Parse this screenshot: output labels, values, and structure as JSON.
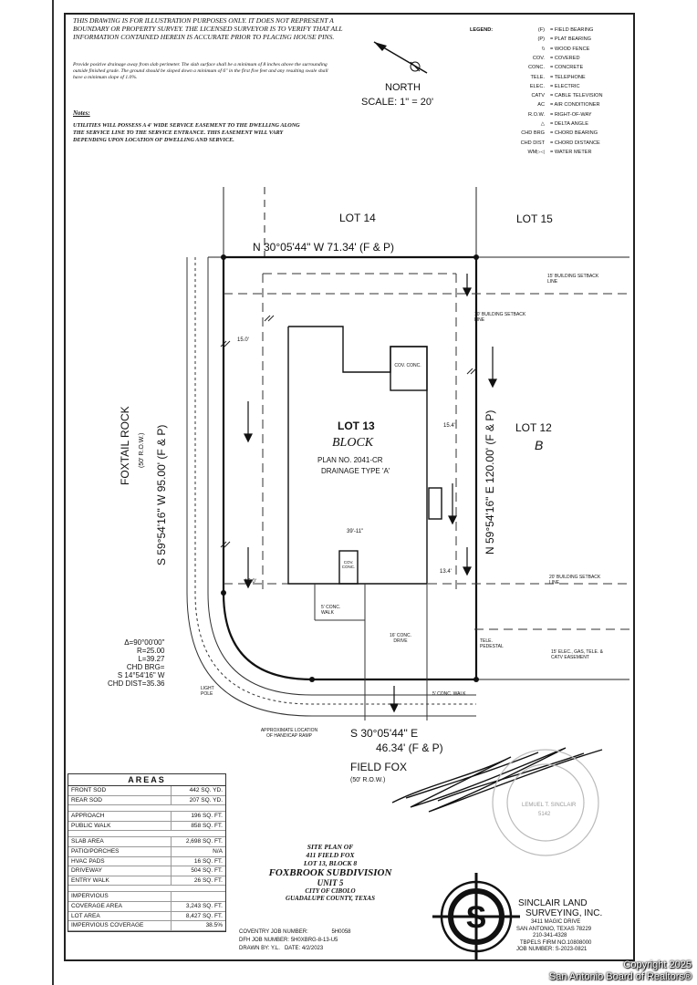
{
  "disclaimer": "This drawing is for illustration purposes only. It does not represent a boundary or property survey. The licensed surveyor is to verify that all information contained herein is accurate prior to placing house pins.",
  "drainage_note": "Provide positive drainage away from slab perimeter. The slab surface shall be a minimum of 8 inches above the surrounding outside finished grade. The ground should be sloped down a minimum of 6\" in the first five feet and any resulting swale shall have a minimum slope of 1.0%.",
  "notes_heading": "Notes:",
  "notes_text": "Utilities will possess a 4' wide service easement to the dwelling along the service line to the service entrance. This easement will vary depending upon location of dwelling and service.",
  "legend": {
    "title": "LEGEND:",
    "items": [
      {
        "abbr": "(F)",
        "text": "= FIELD BEARING"
      },
      {
        "abbr": "(P)",
        "text": "= PLAT BEARING"
      },
      {
        "abbr": "\\\\",
        "text": "= WOOD FENCE"
      },
      {
        "abbr": "COV.",
        "text": "= COVERED"
      },
      {
        "abbr": "CONC.",
        "text": "= CONCRETE"
      },
      {
        "abbr": "TELE.",
        "text": "= TELEPHONE"
      },
      {
        "abbr": "ELEC.",
        "text": "= ELECTRIC"
      },
      {
        "abbr": "CATV",
        "text": "= CABLE TELEVISION"
      },
      {
        "abbr": "AC",
        "text": "= AIR CONDITIONER"
      },
      {
        "abbr": "R.O.W.",
        "text": "= RIGHT-OF-WAY"
      },
      {
        "abbr": "△",
        "text": "= DELTA ANGLE"
      },
      {
        "abbr": "CHD BRG",
        "text": "= CHORD BEARING"
      },
      {
        "abbr": "CHD DIST",
        "text": "= CHORD DISTANCE"
      },
      {
        "abbr": "WM▷◁",
        "text": "= WATER METER"
      }
    ]
  },
  "north_label": "NORTH",
  "scale_label": "SCALE: 1\" = 20'",
  "plan": {
    "lot14": "LOT 14",
    "lot15": "LOT 15",
    "lot12": "LOT 12",
    "block_letter": "B",
    "top_bearing": "N 30°05'44\" W 71.34' (F & P)",
    "right_bearing": "N 59°54'16\" E 120.00' (F & P)",
    "left_bearing": "S 59°54'16\" W 95.00' (F & P)",
    "bottom_bearing_1": "S 30°05'44\" E",
    "bottom_bearing_2": "46.34' (F & P)",
    "street_left": "FOXTAIL ROCK",
    "street_left_row": "(50' R.O.W.)",
    "street_bottom": "FIELD FOX",
    "street_bottom_row": "(50' R.O.W.)",
    "lot_title": "LOT 13",
    "block_title": "BLOCK",
    "plan_no": "PLAN NO. 2041-CR",
    "drainage_type": "DRAINAGE TYPE 'A'",
    "curve_delta": "Δ=90°00'00\"",
    "curve_r": "R=25.00",
    "curve_l": "L=39.27",
    "curve_chd_brg_lbl": "CHD BRG=",
    "curve_chd_brg": "S 14°54'16\" W",
    "curve_chd_dist": "CHD DIST=35.36",
    "setback_15": "15' BUILDING SETBACK LINE",
    "setback_10": "10' BUILDING SETBACK LINE",
    "setback_20": "20' BUILDING SETBACK LINE",
    "easement": "15' ELEC., GAS, TELE. & CATV EASEMENT",
    "cov_conc": "COV. CONC.",
    "conc_walk": "5' CONC. WALK",
    "conc_drive": "16' CONC. DRIVE",
    "handicap": "APPROXIMATE LOCATION OF HANDICAP RAMP",
    "light_pole": "LIGHT POLE",
    "tele_pedestal": "TELE. PEDESTAL",
    "dim_15_top": "15.0'",
    "dim_15_bot": "15.0'",
    "dim_39": "39'-11\"",
    "dim_13": "13.4'",
    "dim_15r": "15.4'"
  },
  "areas": {
    "title": "AREAS",
    "groups": [
      [
        {
          "k": "Front Sod",
          "v": "442 SQ. YD."
        },
        {
          "k": "Rear Sod",
          "v": "207 SQ. YD."
        }
      ],
      [
        {
          "k": "Approach",
          "v": "196 SQ. FT."
        },
        {
          "k": "Public Walk",
          "v": "858 SQ. FT."
        }
      ],
      [
        {
          "k": "Slab Area",
          "v": "2,698 SQ. FT."
        },
        {
          "k": "Patio/Porches",
          "v": "N/A"
        },
        {
          "k": "HVAC Pads",
          "v": "16 SQ. FT."
        },
        {
          "k": "Driveway",
          "v": "504 SQ. FT."
        },
        {
          "k": "Entry Walk",
          "v": "26 SQ. FT."
        }
      ],
      [
        {
          "k": "Impervious",
          "v": ""
        },
        {
          "k": "Coverage Area",
          "v": "3,243 SQ. FT."
        },
        {
          "k": "Lot Area",
          "v": "8,427 SQ. FT."
        },
        {
          "k": "Impervious Coverage",
          "v": "38.5%"
        }
      ]
    ]
  },
  "site_title": {
    "l1": "Site Plan of",
    "l2": "411 Field Fox",
    "l3": "Lot 13, Block 8",
    "l4": "Foxbrook Subdivision",
    "l5": "Unit 5",
    "l6": "City of Cibolo",
    "l7": "Guadalupe County, Texas"
  },
  "jobs": {
    "coventry_lbl": "COVENTRY JOB NUMBER:",
    "coventry": "5H0058",
    "dfh_lbl": "DFH JOB NUMBER:",
    "dfh": "5H0XBRG-8-13-U5",
    "drawn_lbl": "DRAWN BY:",
    "drawn": "Y.L.",
    "date_lbl": "DATE:",
    "date": "4/2/2023"
  },
  "firm": {
    "name1": "SINCLAIR LAND",
    "name2": "SURVEYING, INC.",
    "addr1": "3411 Magic Drive",
    "addr2": "San Antonio, Texas 78229",
    "addr3": "210-341-4328",
    "addr4": "TBPELS Firm No.10808000",
    "addr5": "Job Number: S-2023-0821",
    "seal_name": "LEMUEL T. SINCLAIR",
    "seal_no": "5142"
  },
  "copyright1": "Copyright 2025",
  "copyright2": "San Antonio Board of Realtors®"
}
